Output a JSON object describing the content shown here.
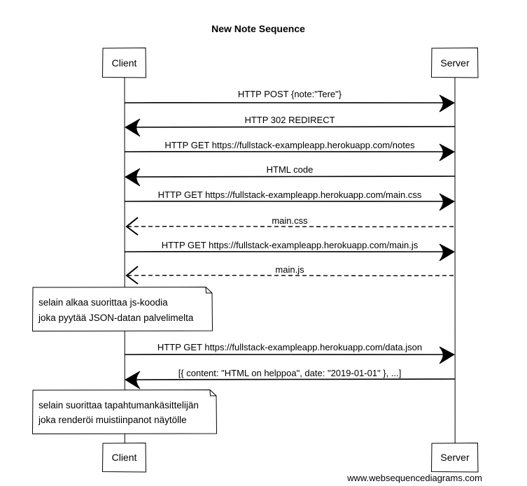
{
  "diagram": {
    "title": "New Note Sequence",
    "participants": [
      {
        "id": "client",
        "label": "Client"
      },
      {
        "id": "server",
        "label": "Server"
      }
    ],
    "messages": [
      {
        "from": "client",
        "to": "server",
        "label": "HTTP POST {note:\"Tere\"}",
        "style": "solid"
      },
      {
        "from": "server",
        "to": "client",
        "label": "HTTP 302 REDIRECT",
        "style": "solid"
      },
      {
        "from": "client",
        "to": "server",
        "label": "HTTP GET https://fullstack-exampleapp.herokuapp.com/notes",
        "style": "solid"
      },
      {
        "from": "server",
        "to": "client",
        "label": "HTML code",
        "style": "solid"
      },
      {
        "from": "client",
        "to": "server",
        "label": "HTTP GET https://fullstack-exampleapp.herokuapp.com/main.css",
        "style": "solid"
      },
      {
        "from": "server",
        "to": "client",
        "label": "main.css",
        "style": "dashed"
      },
      {
        "from": "client",
        "to": "server",
        "label": "HTTP GET https://fullstack-exampleapp.herokuapp.com/main.js",
        "style": "solid"
      },
      {
        "from": "server",
        "to": "client",
        "label": "main.js",
        "style": "dashed"
      },
      {
        "from": "client",
        "to": "server",
        "label": "HTTP GET https://fullstack-exampleapp.herokuapp.com/data.json",
        "style": "solid"
      },
      {
        "from": "server",
        "to": "client",
        "label": "[{ content: \"HTML on helppoa\", date: \"2019-01-01\" }, ...]",
        "style": "solid"
      }
    ],
    "notes": [
      {
        "over": "client",
        "lines": [
          "selain alkaa suorittaa js-koodia",
          "joka pyytää JSON-datan palvelimelta"
        ]
      },
      {
        "over": "client",
        "lines": [
          "selain suorittaa tapahtumankäsittelijän",
          "joka renderöi muistiinpanot näytölle"
        ]
      }
    ],
    "credit": "www.websequencediagrams.com"
  }
}
